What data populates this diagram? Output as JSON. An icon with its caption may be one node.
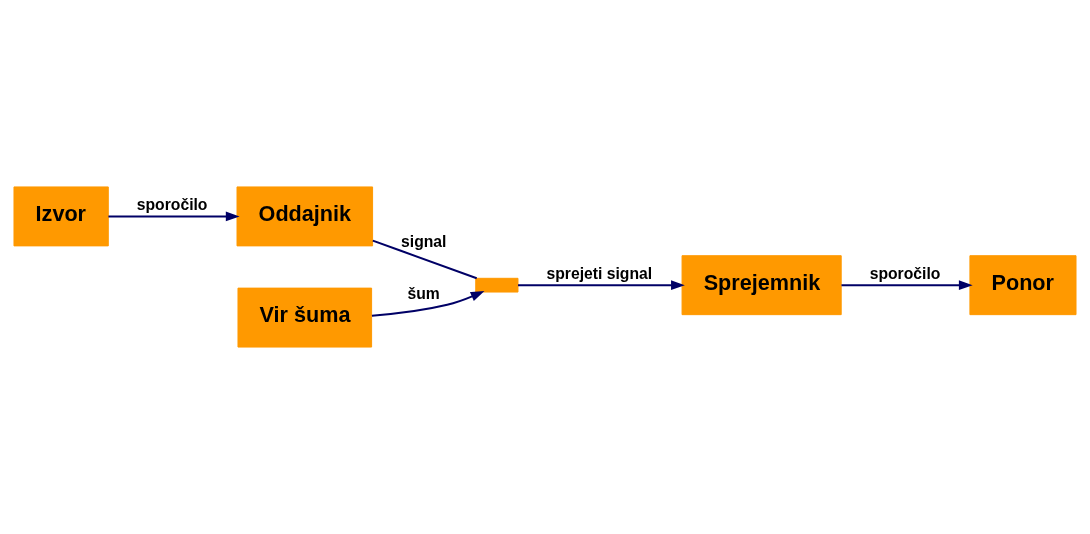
{
  "diagram": {
    "nodes": [
      {
        "text": [
          "Izvor"
        ]
      },
      {
        "text": [
          "Ponor"
        ]
      },
      {
        "text": [
          "Oddajnik"
        ]
      },
      {
        "text": [],
        "shape": "box"
      },
      {
        "text": [
          "Sprejemnik"
        ]
      },
      {
        "text": [
          "Vir šuma"
        ]
      }
    ],
    "edges": [
      {
        "from": 0,
        "to": 2,
        "arrow": "to",
        "label": "sporočilo"
      },
      {
        "from": 4,
        "to": 1,
        "arrow": "to",
        "label": "sporočilo"
      },
      {
        "from": 2,
        "to": 3,
        "arrow": "none",
        "label": "signal"
      },
      {
        "from": 3,
        "to": 4,
        "arrow": "to",
        "label": "sprejeti signal"
      },
      {
        "from": 5,
        "to": 3,
        "arrow": "to",
        "label": "šum"
      }
    ]
  }
}
